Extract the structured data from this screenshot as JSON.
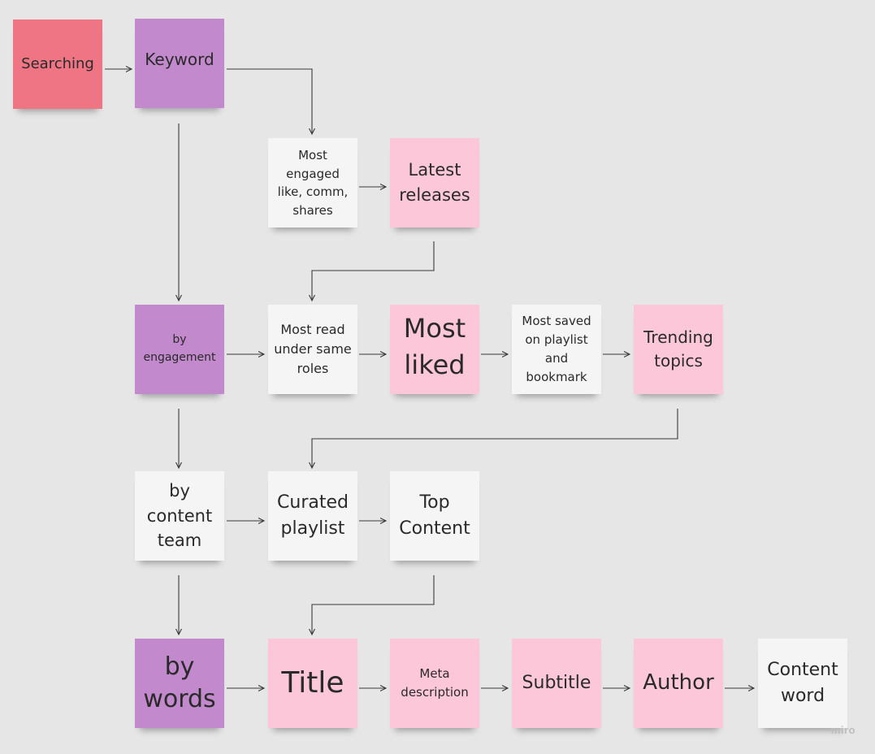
{
  "notes": {
    "searching": "Searching",
    "keyword": "Keyword",
    "most_engaged": "Most engaged like, comm, shares",
    "latest_releases": "Latest releases",
    "by_engagement": "by engagement",
    "most_read": "Most read under same roles",
    "most_liked": "Most liked",
    "most_saved": "Most saved on playlist and bookmark",
    "trending_topics": "Trending topics",
    "by_content_team": "by content team",
    "curated_playlist": "Curated playlist",
    "top_content": "Top Content",
    "by_words": "by words",
    "title": "Title",
    "meta_description": "Meta description",
    "subtitle": "Subtitle",
    "author": "Author",
    "content_word": "Content word"
  },
  "colors": {
    "red": "#ef7484",
    "purple": "#c289cc",
    "white": "#f5f5f5",
    "pink": "#fcc8d9",
    "background": "#e6e6e6",
    "connector": "#3a3a3a"
  },
  "watermark": "miro"
}
